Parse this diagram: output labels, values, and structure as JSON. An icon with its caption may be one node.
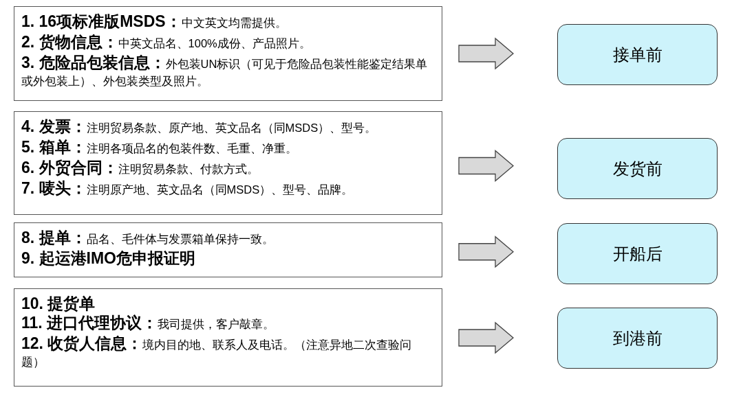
{
  "diagram": {
    "nodes": [
      {
        "text": [
          "**1. 16项标准版MSDS：**中文英文均需提供。",
          "**2. 货物信息：**中英文品名、100%成份、产品照片。",
          "**3. 危险品包装信息：**外包装UN标识（可见于危险品包装性能鉴定结果单或外包装上）、外包装类型及照片。"
        ]
      },
      {
        "text": [
          "**4. 发票：**注明贸易条款、原产地、英文品名（同MSDS）、型号。",
          "**5. 箱单：**注明各项品名的包装件数、毛重、净重。",
          "**6. 外贸合同：**注明贸易条款、付款方式。",
          "**7. 唛头：**注明原产地、英文品名（同MSDS）、型号、品牌。"
        ]
      },
      {
        "text": [
          "**8. 提单：**品名、毛件体与发票箱单保持一致。",
          "9. 起运港IMO危申报证明"
        ]
      },
      {
        "text": [
          "10. 提货单",
          "**11. 进口代理协议：**我司提供，客户敲章。",
          "**12. 收货人信息：**境内目的地、联系人及电话。（注意异地二次查验问题）"
        ]
      },
      {
        "text": [
          "接单前"
        ]
      },
      {
        "text": [
          "发货前"
        ]
      },
      {
        "text": [
          "开船后"
        ]
      },
      {
        "text": [
          "到港前"
        ]
      }
    ],
    "edges": [
      {
        "from": 0,
        "to": 4,
        "arrow": "to"
      },
      {
        "from": 1,
        "to": 5,
        "arrow": "to"
      },
      {
        "from": 2,
        "to": 6,
        "arrow": "to"
      },
      {
        "from": 3,
        "to": 7,
        "arrow": "to"
      }
    ]
  }
}
